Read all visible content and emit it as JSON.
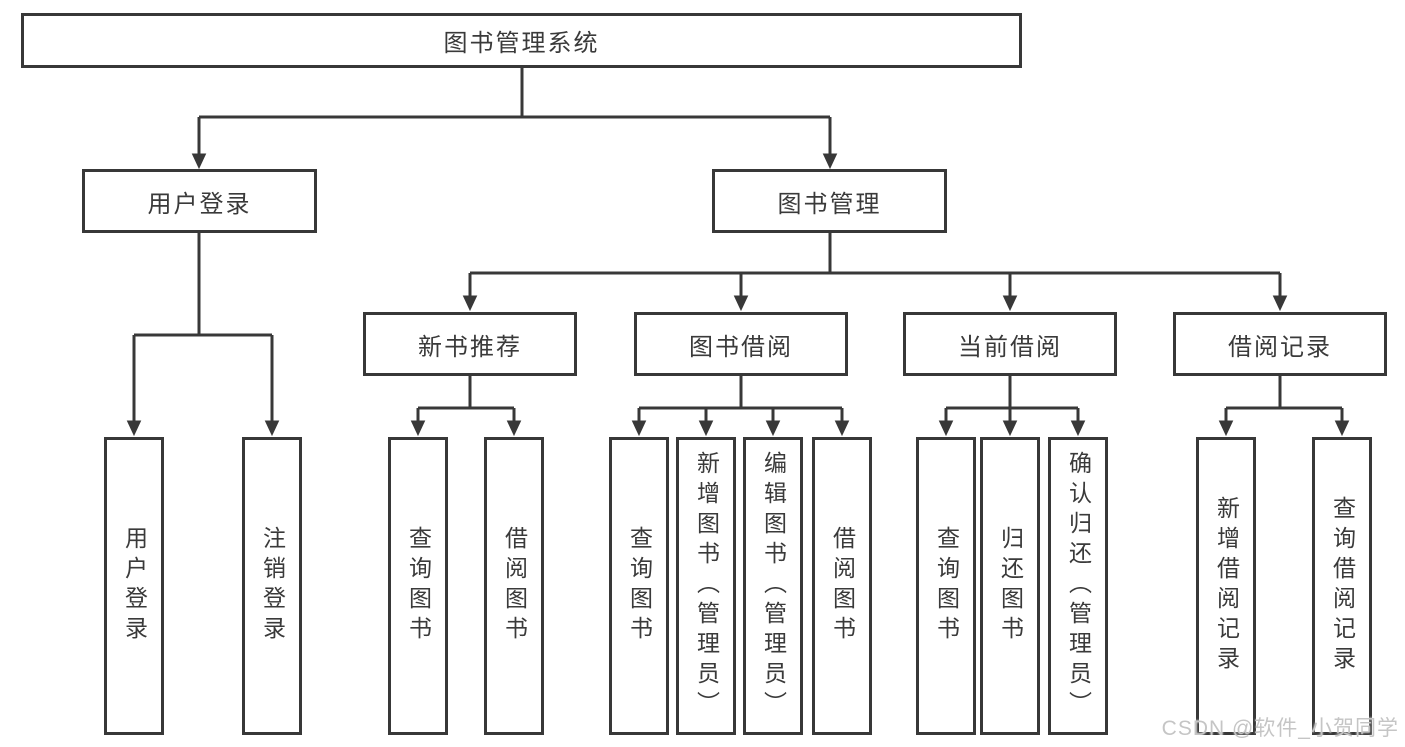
{
  "diagram": {
    "root": "图书管理系统",
    "level2": {
      "login": "用户登录",
      "management": "图书管理"
    },
    "level3": {
      "new_books": "新书推荐",
      "borrowing": "图书借阅",
      "current": "当前借阅",
      "records": "借阅记录"
    },
    "leaves": {
      "login": [
        "用户登录",
        "注销登录"
      ],
      "new_books": [
        "查询图书",
        "借阅图书"
      ],
      "borrowing": [
        "查询图书",
        "新增图书（管理员）",
        "编辑图书（管理员）",
        "借阅图书"
      ],
      "current": [
        "查询图书",
        "归还图书",
        "确认归还（管理员）"
      ],
      "records": [
        "新增借阅记录",
        "查询借阅记录"
      ]
    }
  },
  "watermark": "CSDN @软件_小贺同学",
  "colors": {
    "line": "#383838",
    "box_border": "#383838",
    "text": "#3a3a3a",
    "watermark": "#c5c5c5",
    "background": "#ffffff"
  }
}
